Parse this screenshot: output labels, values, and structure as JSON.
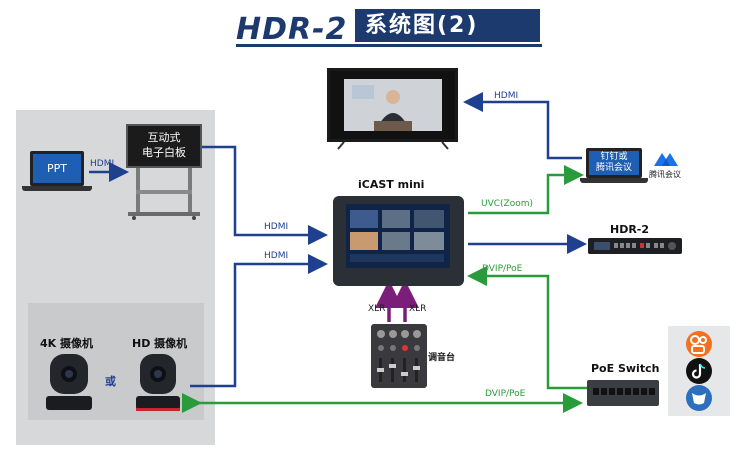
{
  "title": {
    "model": "HDR-2",
    "subtitle": "系统图(2)"
  },
  "devices": {
    "ppt_laptop": "PPT",
    "whiteboard": [
      "互动式",
      "电子白板"
    ],
    "icast": "iCAST mini",
    "remote_laptop": [
      "钉钉或",
      "腾讯会议"
    ],
    "tencent_meeting_logo": "腾讯会议",
    "hdr2": "HDR-2",
    "mixer": "调音台",
    "camera_4k": "4K 摄像机",
    "camera_or": "或",
    "camera_hd": "HD 摄像机",
    "poe_switch": "PoE Switch"
  },
  "connections": {
    "ppt_to_whiteboard": "HDMI",
    "whiteboard_to_icast": "HDMI",
    "camera_to_icast": "HDMI",
    "remote_to_tv": "HDMI",
    "icast_to_remote": "UVC(Zoom)",
    "icast_poe": "DVIP/PoE",
    "camera_poe": "DVIP/PoE",
    "xlr_left": "XLR",
    "xlr_right": "XLR"
  },
  "colors": {
    "title": "#1c3a6e",
    "hdmi_line": "#1f3f8f",
    "uvc_line": "#2a9b3a",
    "xlr_arrow": "#7b1e7a",
    "panel": "#d6d8da"
  }
}
